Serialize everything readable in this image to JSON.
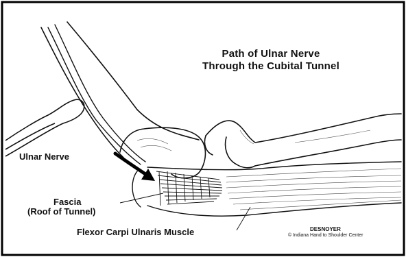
{
  "title": {
    "line1": "Path of Ulnar Nerve",
    "line2": "Through the Cubital Tunnel"
  },
  "labels": {
    "ulnar_nerve": "Ulnar Nerve",
    "fascia_line1": "Fascia",
    "fascia_line2": "(Roof of Tunnel)",
    "muscle": "Flexor Carpi Ulnaris Muscle"
  },
  "credit": {
    "artist": "DESNOYER",
    "copyright": "© Indiana Hand to Shoulder Center"
  },
  "colors": {
    "ink": "#111111",
    "paper": "#ffffff",
    "frame": "#000000"
  }
}
